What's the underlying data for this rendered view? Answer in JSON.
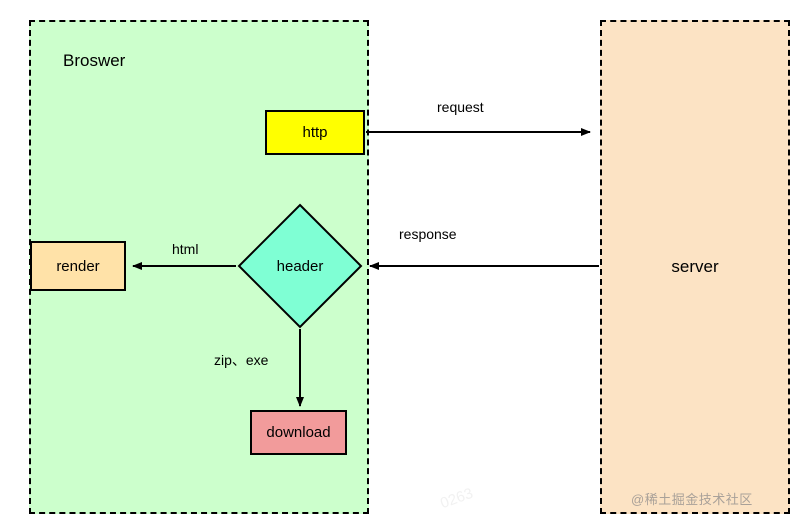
{
  "diagram": {
    "title_browser": "Broswer",
    "title_server": "server",
    "nodes": [
      {
        "id": "http",
        "label": "http",
        "shape": "rect",
        "color": "#FFFF00"
      },
      {
        "id": "header",
        "label": "header",
        "shape": "diamond",
        "color": "#7FFFD4"
      },
      {
        "id": "render",
        "label": "render",
        "shape": "rect",
        "color": "#FFE2A8"
      },
      {
        "id": "download",
        "label": "download",
        "shape": "rect",
        "color": "#F29B9B"
      }
    ],
    "edges": [
      {
        "id": "request",
        "label": "request",
        "from": "http",
        "to": "server",
        "direction": "right"
      },
      {
        "id": "response",
        "label": "response",
        "from": "server",
        "to": "header",
        "direction": "left"
      },
      {
        "id": "html",
        "label": "html",
        "from": "header",
        "to": "render",
        "direction": "left"
      },
      {
        "id": "zipexe",
        "label": "zip、exe",
        "from": "header",
        "to": "download",
        "direction": "down"
      }
    ],
    "containers": [
      {
        "id": "browser",
        "label": "Broswer",
        "fill": "#CCFFCC",
        "border": "dashed"
      },
      {
        "id": "server",
        "label": "server",
        "fill": "#FCE3C4",
        "border": "dashed"
      }
    ]
  },
  "watermark": {
    "text": "@稀土掘金技术社区",
    "repeats": [
      "0263",
      "0263",
      "0263",
      "0263",
      "0263",
      "0263",
      "0263",
      "0263"
    ]
  }
}
